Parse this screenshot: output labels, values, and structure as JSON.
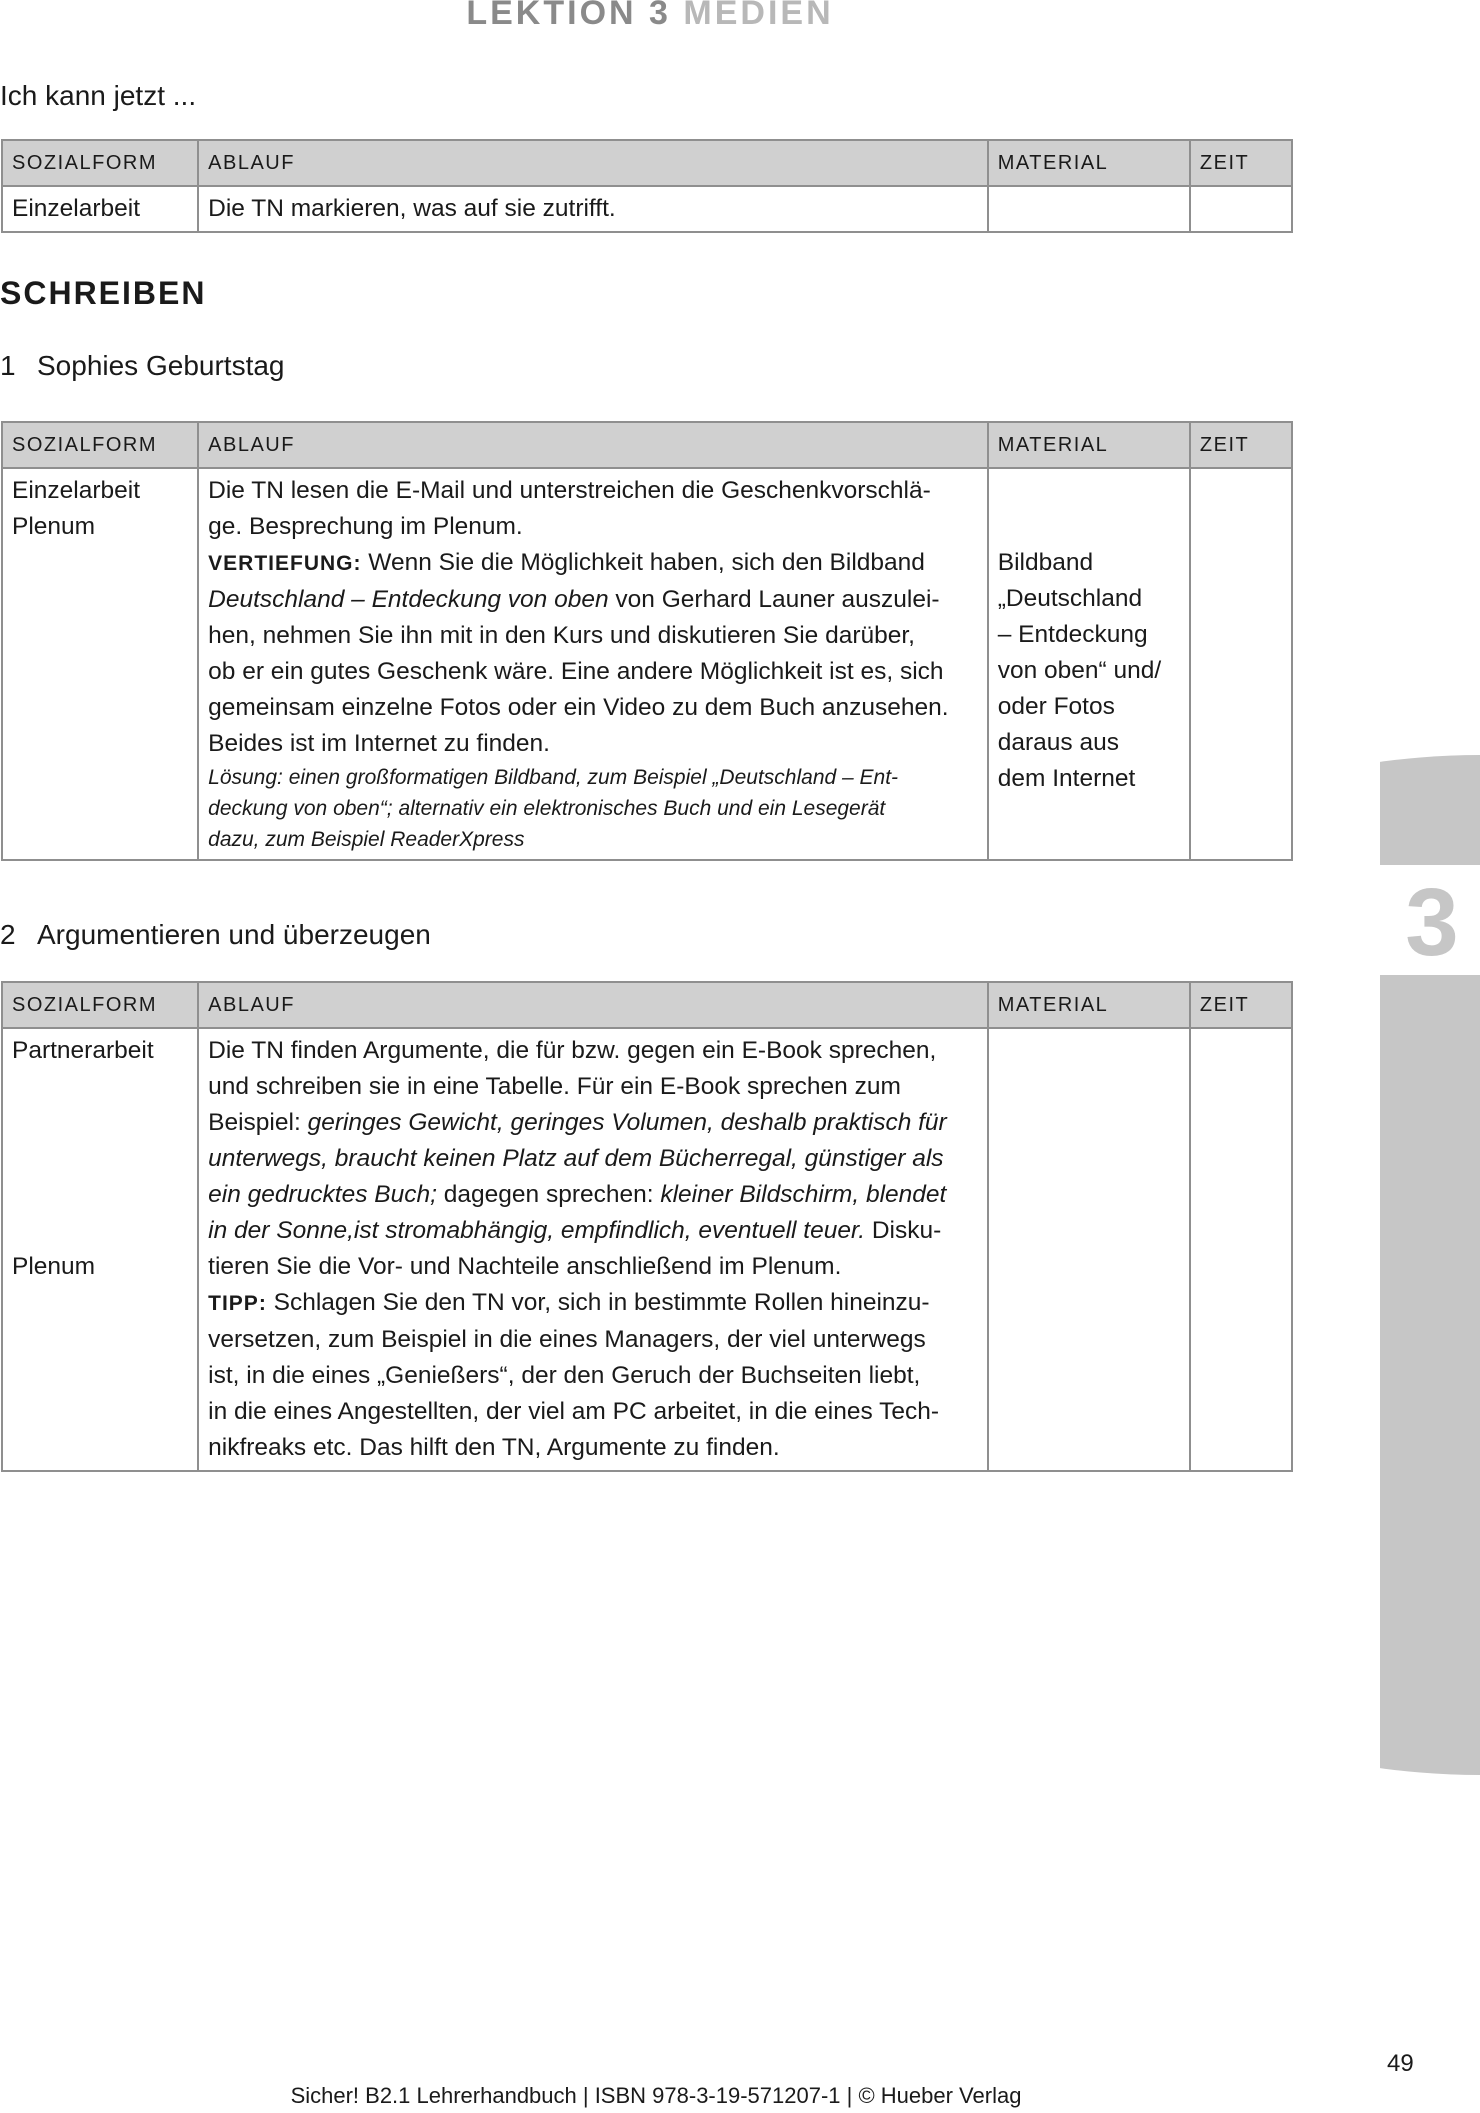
{
  "header": {
    "lesson": "LEKTION 3",
    "topic": "MEDIEN"
  },
  "ich_kann": {
    "title": "Ich kann jetzt ...",
    "table": {
      "headers": [
        "SOZIALFORM",
        "ABLAUF",
        "MATERIAL",
        "ZEIT"
      ],
      "row": {
        "sozialform": "Einzelarbeit",
        "ablauf": "Die TN markieren, was auf sie zutrifft.",
        "material": "",
        "zeit": ""
      }
    }
  },
  "section": {
    "title": "SCHREIBEN"
  },
  "task1": {
    "number": "1",
    "title": "Sophies Geburtstag",
    "headers": [
      "SOZIALFORM",
      "ABLAUF",
      "MATERIAL",
      "ZEIT"
    ],
    "sozialform": [
      "Einzelarbeit",
      "Plenum"
    ],
    "ablauf_lines": [
      "Die TN lesen die E-Mail und unterstreichen die Geschenkvorschlä-",
      "ge. Besprechung im Plenum."
    ],
    "vertiefung_label": "VERTIEFUNG:",
    "vertiefung_lines": [
      " Wenn Sie die Möglichkeit haben, sich den Bildband",
      "Deutschland – Entdeckung von oben",
      " von Gerhard Launer auszulei-",
      "hen, nehmen Sie ihn mit in den Kurs und diskutieren Sie darüber,",
      "ob er ein gutes Geschenk wäre. Eine andere Möglichkeit ist es, sich",
      "gemeinsam einzelne Fotos oder ein Video zu dem Buch anzusehen.",
      "Beides ist im Internet zu finden."
    ],
    "loesung_lines": [
      "Lösung: einen großformatigen Bildband, zum Beispiel „Deutschland – Ent-",
      "deckung von oben“; alternativ ein elektronisches Buch und ein Lesegerät",
      "dazu, zum Beispiel ReaderXpress"
    ],
    "material_lines": [
      "Bildband",
      "„Deutschland",
      "– Entdeckung",
      "von oben“ und/",
      "oder Fotos",
      "daraus aus",
      "dem Internet"
    ],
    "zeit": ""
  },
  "task2": {
    "number": "2",
    "title": "Argumentieren und überzeugen",
    "headers": [
      "SOZIALFORM",
      "ABLAUF",
      "MATERIAL",
      "ZEIT"
    ],
    "sozialform": [
      "Partnerarbeit",
      "Plenum"
    ],
    "ablauf_lines": [
      "Die TN finden Argumente, die für bzw. gegen ein E-Book sprechen,",
      "und schreiben sie in eine Tabelle. Für ein E-Book sprechen zum",
      "Beispiel: ",
      "geringes Gewicht, geringes Volumen, deshalb praktisch für",
      "unterwegs, braucht keinen Platz auf dem Bücherregal, günstiger als",
      "ein gedrucktes Buch;",
      " dagegen sprechen: ",
      "kleiner Bildschirm, blendet",
      "in der Sonne,ist stromabhängig, empfindlich, eventuell teuer.",
      " Disku-",
      "tieren Sie die Vor- und Nachteile anschließend im Plenum."
    ],
    "tipp_label": "TIPP:",
    "tipp_lines": [
      " Schlagen Sie den TN vor, sich in bestimmte Rollen hineinzu-",
      "versetzen, zum Beispiel in die eines Managers, der viel unterwegs",
      "ist, in die eines „Genießers“, der den Geruch der Buchseiten liebt,",
      "in die eines Angestellten, der viel am PC arbeitet, in die eines Tech-",
      "nikfreaks etc. Das hilft den TN, Argumente zu finden."
    ],
    "material": "",
    "zeit": ""
  },
  "side_tab": {
    "number": "3",
    "color": "#c6c6c6"
  },
  "page_number": "49",
  "footer": "Sicher! B2.1 Lehrerhandbuch | ISBN 978-3-19-571207-1 | © Hueber Verlag"
}
